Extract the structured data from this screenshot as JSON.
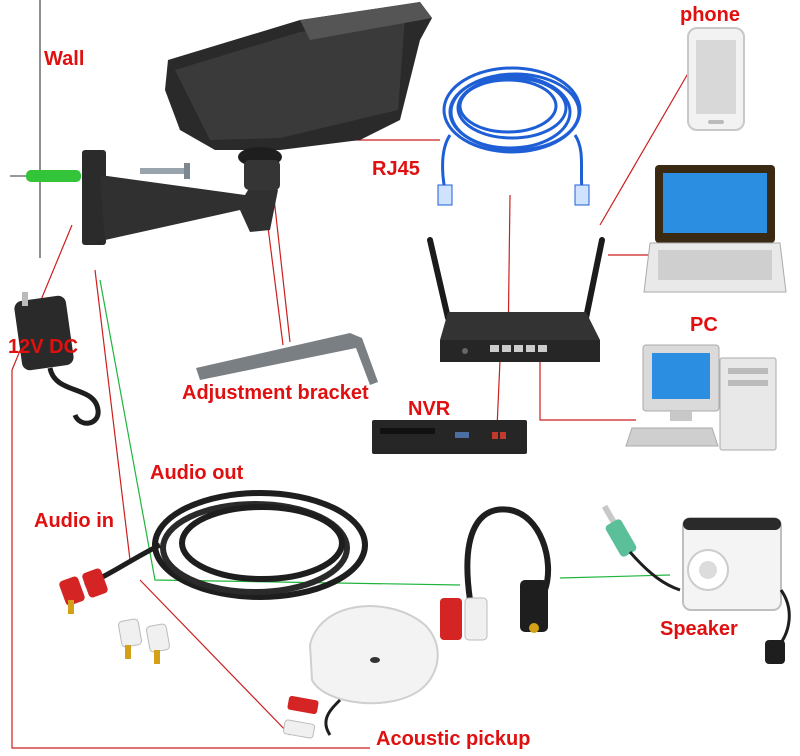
{
  "colors": {
    "label": "#e01010",
    "power_wire": "#cc1f1f",
    "audio_wire": "#1fb53c",
    "network_wire": "#cc1f1f",
    "device_dark": "#2a2a2a",
    "cable_blue": "#1e5fd6",
    "screen_blue": "#2c8ee0"
  },
  "labels": {
    "wall": "Wall",
    "phone": "phone",
    "rj45": "RJ45",
    "pc": "PC",
    "power": "12V DC",
    "adjustment": "Adjustment bracket",
    "nvr": "NVR",
    "audio_out": "Audio out",
    "audio_in": "Audio in",
    "speaker": "Speaker",
    "acoustic": "Acoustic pickup"
  },
  "icons": [
    "camera-icon",
    "wall-bracket-icon",
    "screw-icon",
    "anchor-icon",
    "hex-key-icon",
    "power-adapter-icon",
    "ethernet-cable-icon",
    "router-icon",
    "nvr-icon",
    "phone-icon",
    "laptop-icon",
    "desktop-pc-icon",
    "rca-cable-icon",
    "y-adapter-icon",
    "jack-plug-icon",
    "speaker-icon",
    "microphone-icon"
  ]
}
